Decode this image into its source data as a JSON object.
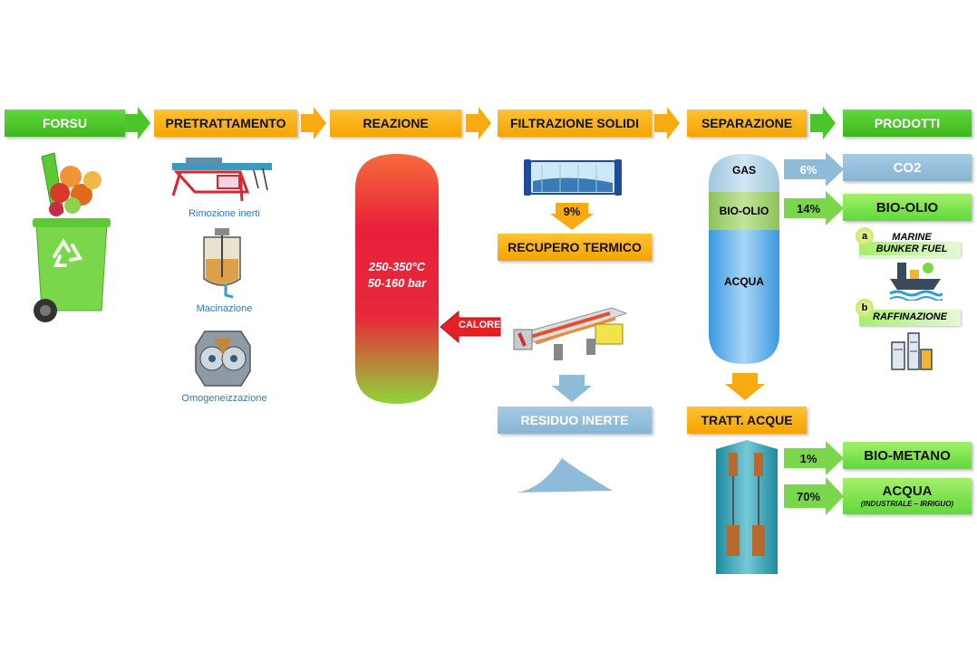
{
  "headers": {
    "forsu": "FORSU",
    "pretrattamento": "PRETRATTAMENTO",
    "reazione": "REAZIONE",
    "filtrazione": "FILTRAZIONE SOLIDI",
    "separazione": "SEPARAZIONE",
    "prodotti": "PRODOTTI"
  },
  "pretreatment_steps": [
    "Rimozione inerti",
    "Macinazione",
    "Omogeneizzazione"
  ],
  "reactor": {
    "temp": "250-350°C",
    "pressure": "50-160 bar"
  },
  "heat_label": "CALORE",
  "filtration": {
    "pct": "9%",
    "recovery": "RECUPERO TERMICO",
    "residue": "RESIDUO INERTE"
  },
  "separator_layers": {
    "gas": "GAS",
    "oil": "BIO-OLIO",
    "water": "ACQUA"
  },
  "water_treatment": "TRATT. ACQUE",
  "products": {
    "co2": {
      "pct": "6%",
      "label": "CO2"
    },
    "biooil": {
      "pct": "14%",
      "label": "BIO-OLIO"
    },
    "marine": {
      "letter": "a",
      "label_1": "MARINE",
      "label_2": "BUNKER FUEL"
    },
    "refining": {
      "letter": "b",
      "label": "RAFFINAZIONE"
    },
    "biomethane": {
      "pct": "1%",
      "label": "BIO-METANO"
    },
    "water": {
      "pct": "70%",
      "label": "ACQUA",
      "sub": "(INDUSTRIALE – IRRIGUO)"
    }
  },
  "colors": {
    "green": "#4cc52a",
    "orange": "#f7ab10",
    "blue_light": "#8dbbd8",
    "reactor_red": "#e8203a"
  }
}
